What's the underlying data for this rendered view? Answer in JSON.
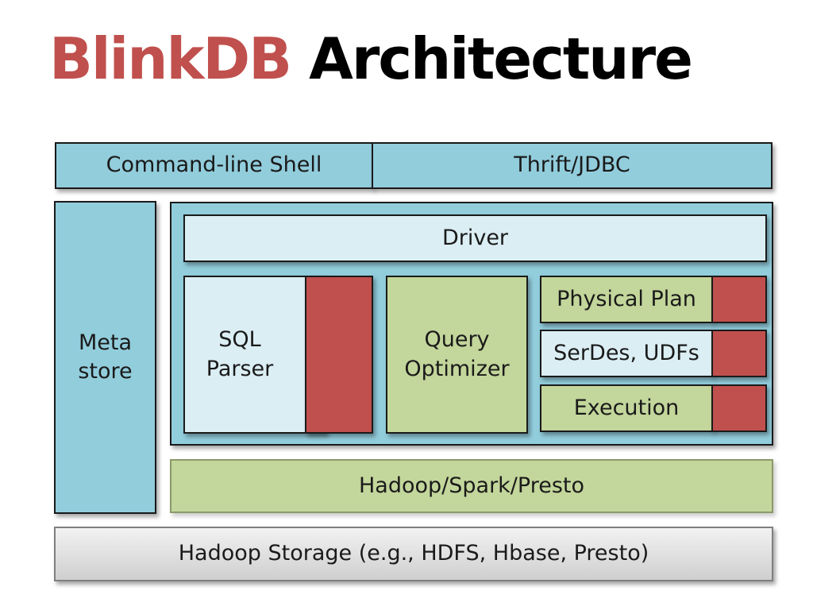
{
  "title": {
    "accent": "BlinkDB",
    "main": "Architecture"
  },
  "interfaces": {
    "cli": "Command-line Shell",
    "thrift": "Thrift/JDBC"
  },
  "metastore": {
    "line1": "Meta",
    "line2": "store"
  },
  "driver": "Driver",
  "sql_parser": {
    "line1": "SQL",
    "line2": "Parser"
  },
  "query_optimizer": {
    "line1": "Query",
    "line2": "Optimizer"
  },
  "physical_plan": "Physical Plan",
  "serdes": "SerDes, UDFs",
  "execution": "Execution",
  "engines": "Hadoop/Spark/Presto",
  "storage": "Hadoop Storage (e.g., HDFS, Hbase, Presto)",
  "colors": {
    "accent": "#c0504d",
    "blue": "#92cddc",
    "light_blue": "#dbeef4",
    "green": "#c3d69b",
    "red": "#c0504d",
    "gray": "#d9d9d9"
  }
}
